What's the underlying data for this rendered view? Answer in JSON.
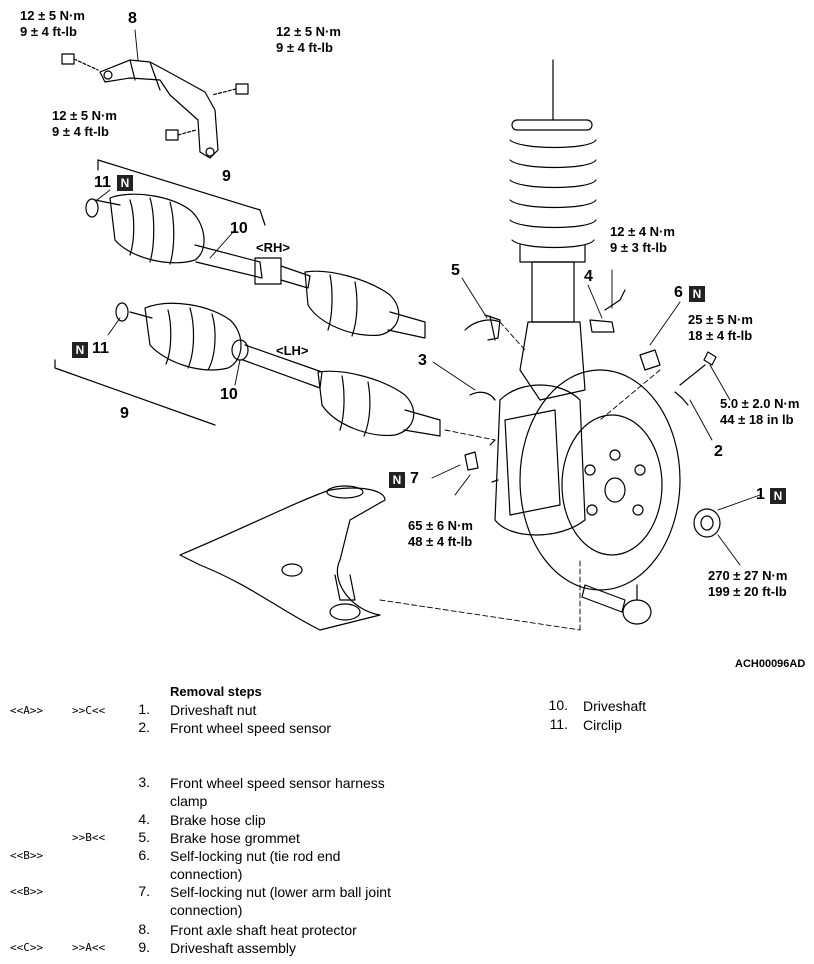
{
  "torques": {
    "t1": [
      "12 ± 5 N·m",
      "9 ± 4 ft-lb"
    ],
    "t2": [
      "12 ± 5 N·m",
      "9 ± 4 ft-lb"
    ],
    "t3": [
      "12 ± 5 N·m",
      "9 ± 4 ft-lb"
    ],
    "t4": [
      "12 ± 4 N·m",
      "9 ± 3 ft-lb"
    ],
    "t5": [
      "25 ± 5 N·m",
      "18 ± 4 ft-lb"
    ],
    "t6": [
      "5.0 ± 2.0 N·m",
      "44 ± 18 in lb"
    ],
    "t7": [
      "65 ± 6 N·m",
      "48 ± 4 ft-lb"
    ],
    "t8": [
      "270 ± 27 N·m",
      "199 ± 20 ft-lb"
    ]
  },
  "callouts": {
    "c1": "1",
    "c2": "2",
    "c3": "3",
    "c4": "4",
    "c5": "5",
    "c6": "6",
    "c7": "7",
    "c8": "8",
    "c9a": "9",
    "c9b": "9",
    "c10a": "10",
    "c10b": "10",
    "c11a": "11",
    "c11b": "11",
    "n_marker": "N",
    "rh": "<RH>",
    "lh": "<LH>"
  },
  "figure_code": "ACH00096AD",
  "steps_heading": "Removal steps",
  "steps": [
    {
      "colA": "<<A>>",
      "colB": ">>C<<",
      "num": "1.",
      "text": "Driveshaft nut"
    },
    {
      "colA": "",
      "colB": "",
      "num": "2.",
      "text": "Front wheel speed sensor"
    },
    {
      "colA": "",
      "colB": "",
      "num": "3.",
      "text": "Front wheel speed sensor harness clamp"
    },
    {
      "colA": "",
      "colB": "",
      "num": "4.",
      "text": "Brake hose clip"
    },
    {
      "colA": "",
      "colB": ">>B<<",
      "num": "5.",
      "text": "Brake hose grommet"
    },
    {
      "colA": "<<B>>",
      "colB": "",
      "num": "6.",
      "text": "Self-locking nut (tie rod end connection)"
    },
    {
      "colA": "<<B>>",
      "colB": "",
      "num": "7.",
      "text": "Self-locking nut (lower arm ball joint connection)"
    },
    {
      "colA": "",
      "colB": "",
      "num": "8.",
      "text": "Front axle shaft heat protector"
    },
    {
      "colA": "<<C>>",
      "colB": ">>A<<",
      "num": "9.",
      "text": "Driveshaft assembly"
    },
    {
      "colA": "",
      "colB": "",
      "num": "10.",
      "text": "Driveshaft"
    },
    {
      "colA": "",
      "colB": "",
      "num": "11.",
      "text": "Circlip"
    }
  ]
}
